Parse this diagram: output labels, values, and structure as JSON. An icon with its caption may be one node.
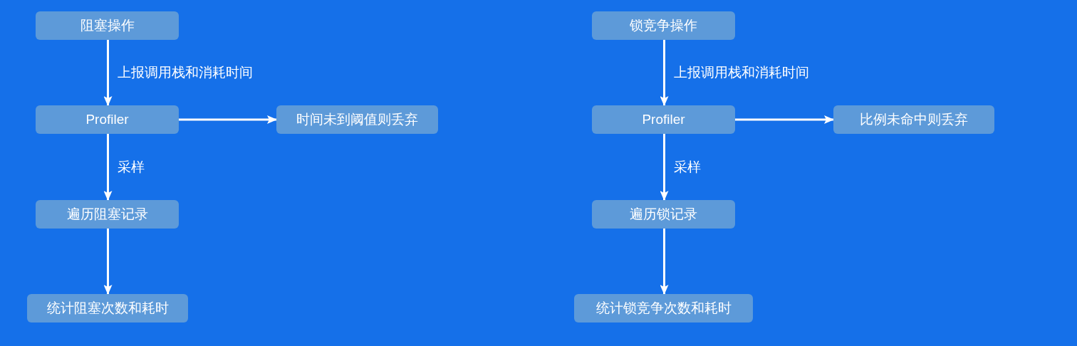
{
  "diagram": {
    "nodes": [
      {
        "text": [
          "阻塞操作"
        ]
      },
      {
        "text": [
          "Profiler"
        ]
      },
      {
        "text": [
          "时间未到阈值则丢弃"
        ]
      },
      {
        "text": [
          "遍历阻塞记录"
        ]
      },
      {
        "text": [
          "统计阻塞次数和耗时"
        ]
      },
      {
        "text": [
          "锁竞争操作"
        ]
      },
      {
        "text": [
          "Profiler"
        ]
      },
      {
        "text": [
          "比例未命中则丢弃"
        ]
      },
      {
        "text": [
          "遍历锁记录"
        ]
      },
      {
        "text": [
          "统计锁竞争次数和耗时"
        ]
      }
    ],
    "edges": [
      {
        "from": 0,
        "to": 1,
        "arrow": "to",
        "label": "上报调用栈和消耗时间"
      },
      {
        "from": 1,
        "to": 2,
        "arrow": "to"
      },
      {
        "from": 1,
        "to": 3,
        "arrow": "to",
        "label": "采样"
      },
      {
        "from": 3,
        "to": 4,
        "arrow": "to"
      },
      {
        "from": 5,
        "to": 6,
        "arrow": "to",
        "label": "上报调用栈和消耗时间"
      },
      {
        "from": 6,
        "to": 7,
        "arrow": "to"
      },
      {
        "from": 6,
        "to": 8,
        "arrow": "to",
        "label": "采样"
      },
      {
        "from": 8,
        "to": 9,
        "arrow": "to"
      }
    ]
  }
}
